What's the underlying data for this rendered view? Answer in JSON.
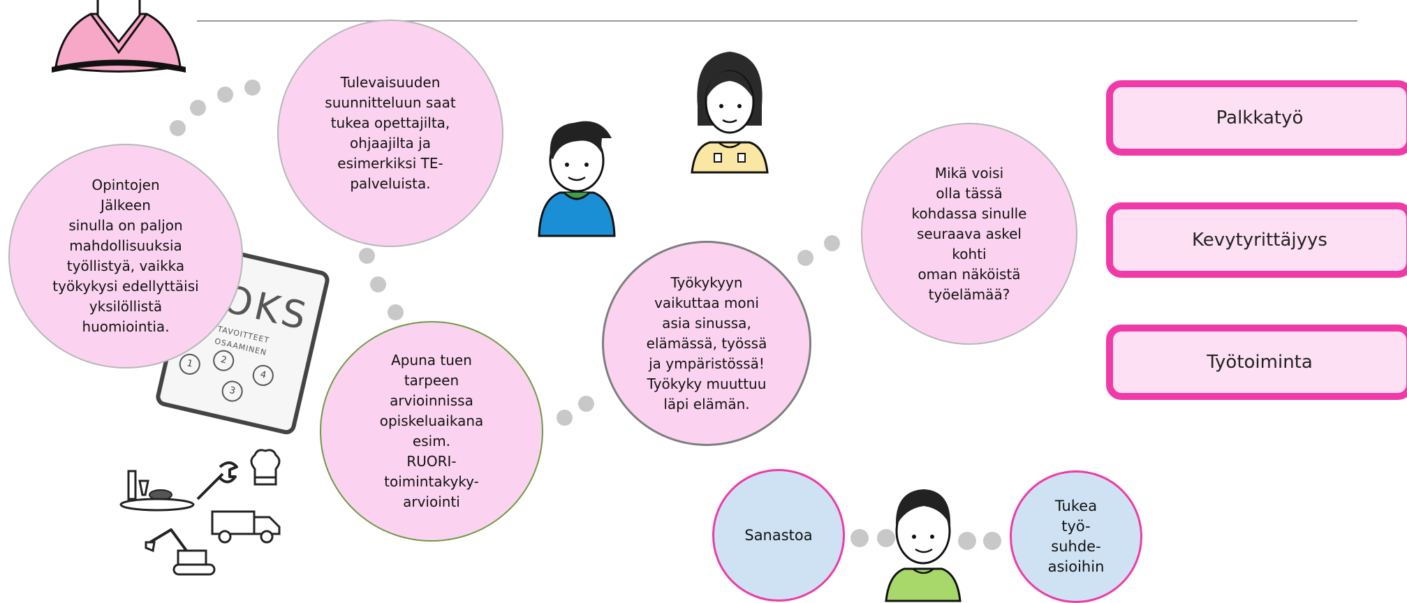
{
  "bubbles": {
    "b1": "Opintojen\nJälkeen\nsinulla on paljon\nmahdollisuuksia\ntyöllistyä, vaikka\ntyökykysi edellyttäisi\nyksilöllistä\nhuomiointia.",
    "b2": "Tulevaisuuden\nsuunnitteluun saat\ntukea opettajilta,\nohjaajilta ja\nesimerkiksi TE-\npalveluista.",
    "b3": "Apuna tuen\ntarpeen\narvioinnissa\nopiskeluaikana\nesim.\nRUORI-\ntoimintakyky-\narviointi",
    "b4": "Työkykyyn\nvaikuttaa moni\nasia sinussa,\nelämässä, työssä\nja ympäristössä!\nTyökyky muuttuu\nläpi elämän.",
    "b5": "Mikä voisi\nolla tässä\nkohdassa sinulle\nseuraava askel\nkohti\noman näköistä\ntyöelämää?",
    "sanastoa": "Sanastoa",
    "tukea": "Tukea\ntyö-\nsuhde-\nasioihin"
  },
  "options": [
    "Palkkatyö",
    "Kevytyrittäjyys",
    "Työtoiminta"
  ],
  "hoks": {
    "title": "HOKS",
    "line1": "TAVOITTEET",
    "line2": "OSAAMINEN",
    "steps": [
      "1",
      "2",
      "3",
      "4"
    ]
  },
  "colors": {
    "bubble_pink": "#fbd3f0",
    "option_border": "#ef3aa8",
    "info_blue": "#cfe2f3",
    "dot_grey": "#c8c8c8"
  }
}
